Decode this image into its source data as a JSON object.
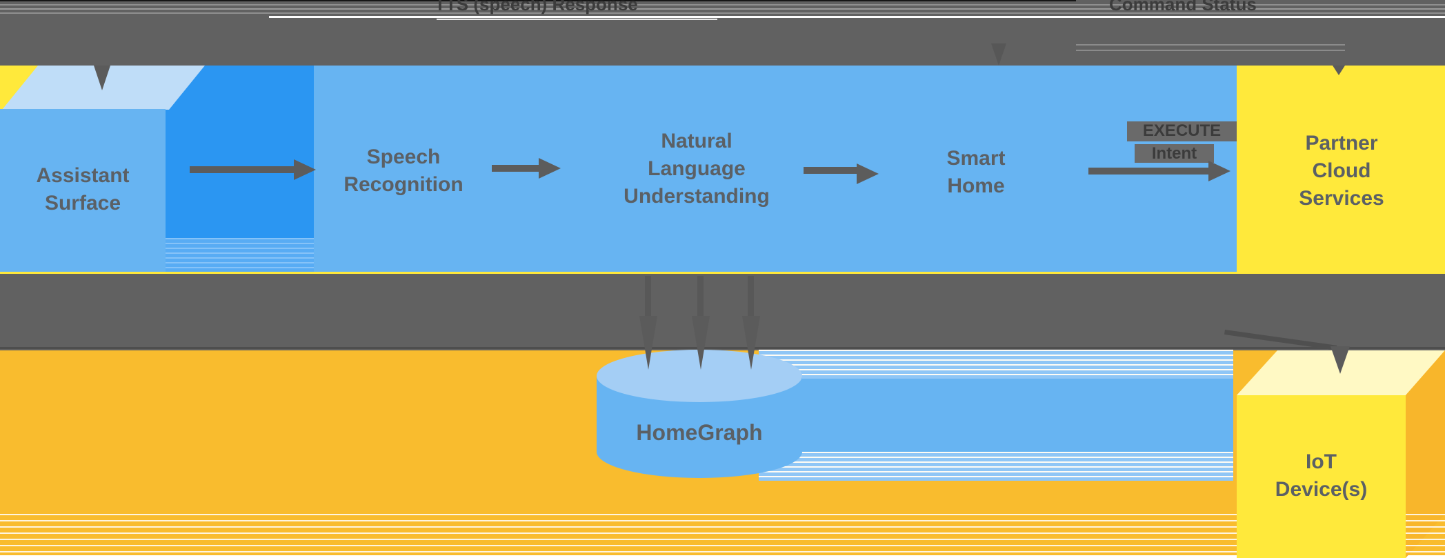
{
  "title_labels": {
    "tts_response": "TTS (speech) Response",
    "command_status": "Command Status"
  },
  "nodes": {
    "assistant_surface": {
      "lines": [
        "Assistant",
        "Surface"
      ]
    },
    "speech_recognition": {
      "lines": [
        "Speech",
        "Recognition"
      ]
    },
    "natural_language_understanding": {
      "lines": [
        "Natural",
        "Language",
        "Understanding"
      ]
    },
    "smart_home": {
      "lines": [
        "Smart",
        "Home"
      ]
    },
    "partner_cloud_services": {
      "lines": [
        "Partner",
        "Cloud",
        "Services"
      ]
    },
    "homegraph": {
      "label": "HomeGraph"
    },
    "iot_devices": {
      "lines": [
        "IoT",
        "Device(s)"
      ]
    }
  },
  "edge_labels": {
    "execute_intent": {
      "line1": "EXECUTE",
      "line2": "Intent"
    }
  },
  "colors": {
    "canvas_gray": "#616161",
    "panel_blue": "#67B4F2",
    "cube_blue_side": "#2B96F2",
    "cube_blue_top": "#BFDDF8",
    "cylinder_top": "#A4CEF5",
    "amber": "#F9BC2E",
    "bright_yellow": "#FFE93B",
    "iot_top": "#FFF9C4",
    "iot_side": "#F8B62B",
    "arrow_gray": "#5C5C5C",
    "text_gray": "#5B6065"
  }
}
